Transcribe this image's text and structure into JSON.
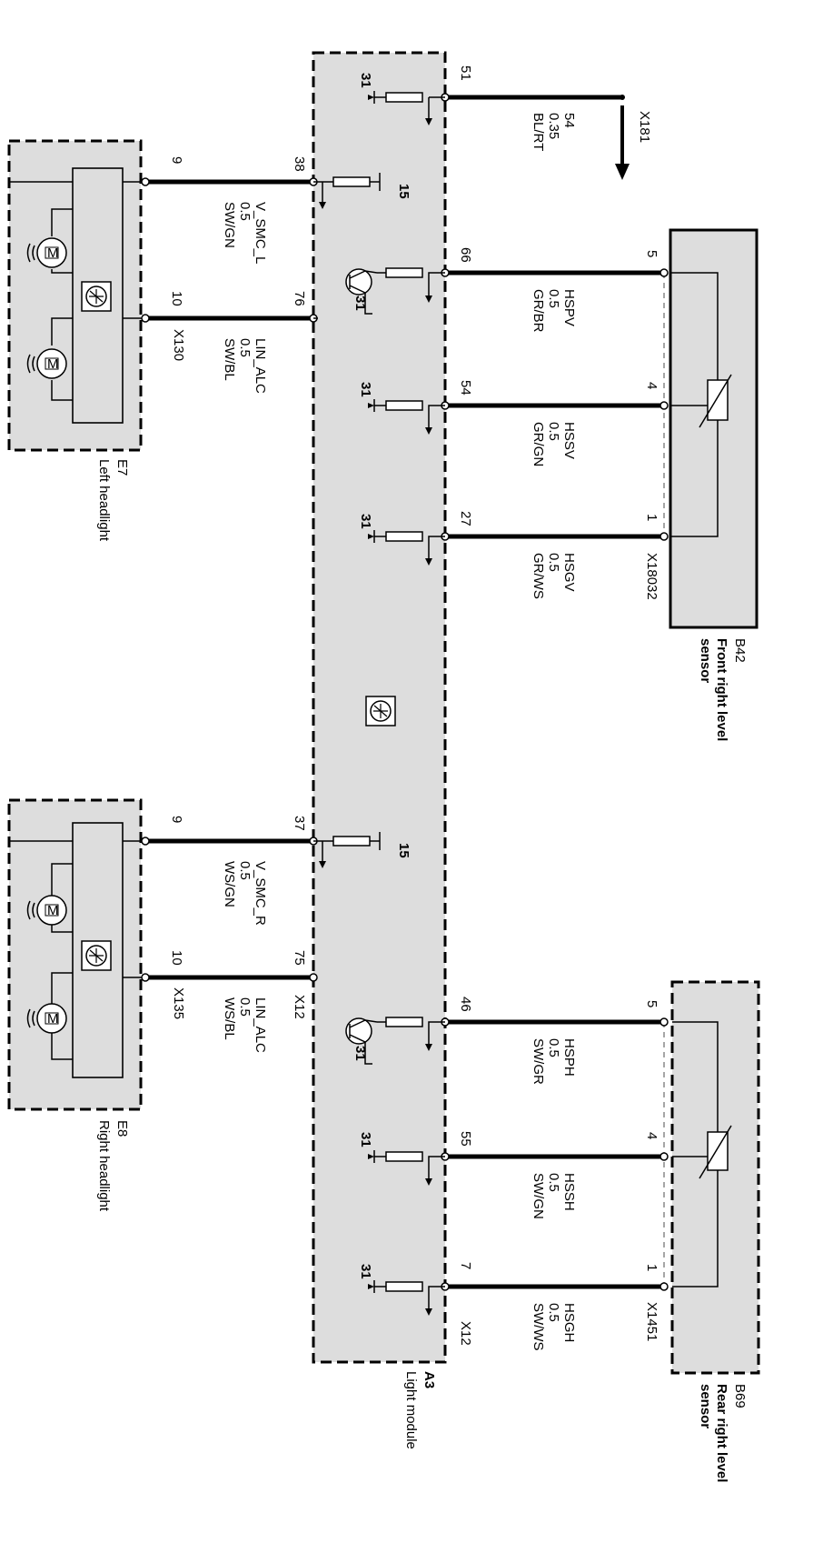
{
  "light_module": {
    "name": "A3",
    "label": "Light module",
    "pins_left": [
      "38",
      "76",
      "37",
      "75"
    ],
    "pins_right": [
      "51",
      "66",
      "54",
      "27",
      "46",
      "55",
      "7"
    ],
    "connector_left": "X12",
    "connector_right": "X12",
    "ground_labels": [
      "31",
      "31",
      "31",
      "31",
      "31",
      "31",
      "31"
    ],
    "supply_labels": [
      "15",
      "15"
    ]
  },
  "left_headlight": {
    "name": "E7",
    "label": "Left headlight",
    "connector": "X130",
    "pins": [
      "9",
      "10"
    ],
    "wires": [
      {
        "signal": "V_SMC_L",
        "gauge": "0.5",
        "color": "SW/GN"
      },
      {
        "signal": "LIN_ALC",
        "gauge": "0.5",
        "color": "SW/BL"
      }
    ]
  },
  "right_headlight": {
    "name": "E8",
    "label": "Right headlight",
    "connector": "X135",
    "pins": [
      "9",
      "10"
    ],
    "wires": [
      {
        "signal": "V_SMC_R",
        "gauge": "0.5",
        "color": "WS/GN"
      },
      {
        "signal": "LIN_ALC",
        "gauge": "0.5",
        "color": "WS/BL"
      }
    ]
  },
  "front_sensor": {
    "name": "B42",
    "label_line1": "Front right level",
    "label_line2": "sensor",
    "connector": "X18032",
    "pins": [
      "5",
      "4",
      "1"
    ],
    "wires": [
      {
        "signal": "HSPV",
        "gauge": "0.5",
        "color": "GR/BR"
      },
      {
        "signal": "HSSV",
        "gauge": "0.5",
        "color": "GR/GN"
      },
      {
        "signal": "HSGV",
        "gauge": "0.5",
        "color": "GR/WS"
      }
    ]
  },
  "rear_sensor": {
    "name": "B69",
    "label_line1": "Rear right level",
    "label_line2": "sensor",
    "connector": "X1451",
    "pins": [
      "5",
      "4",
      "1"
    ],
    "wires": [
      {
        "signal": "HSPH",
        "gauge": "0.5",
        "color": "SW/GR"
      },
      {
        "signal": "HSSH",
        "gauge": "0.5",
        "color": "SW/GN"
      },
      {
        "signal": "HSGH",
        "gauge": "0.5",
        "color": "SW/WS"
      }
    ]
  },
  "x181_wire": {
    "connector": "X181",
    "pin": "54",
    "gauge": "0.35",
    "color": "BL/RT"
  },
  "motor_symbol": "M"
}
